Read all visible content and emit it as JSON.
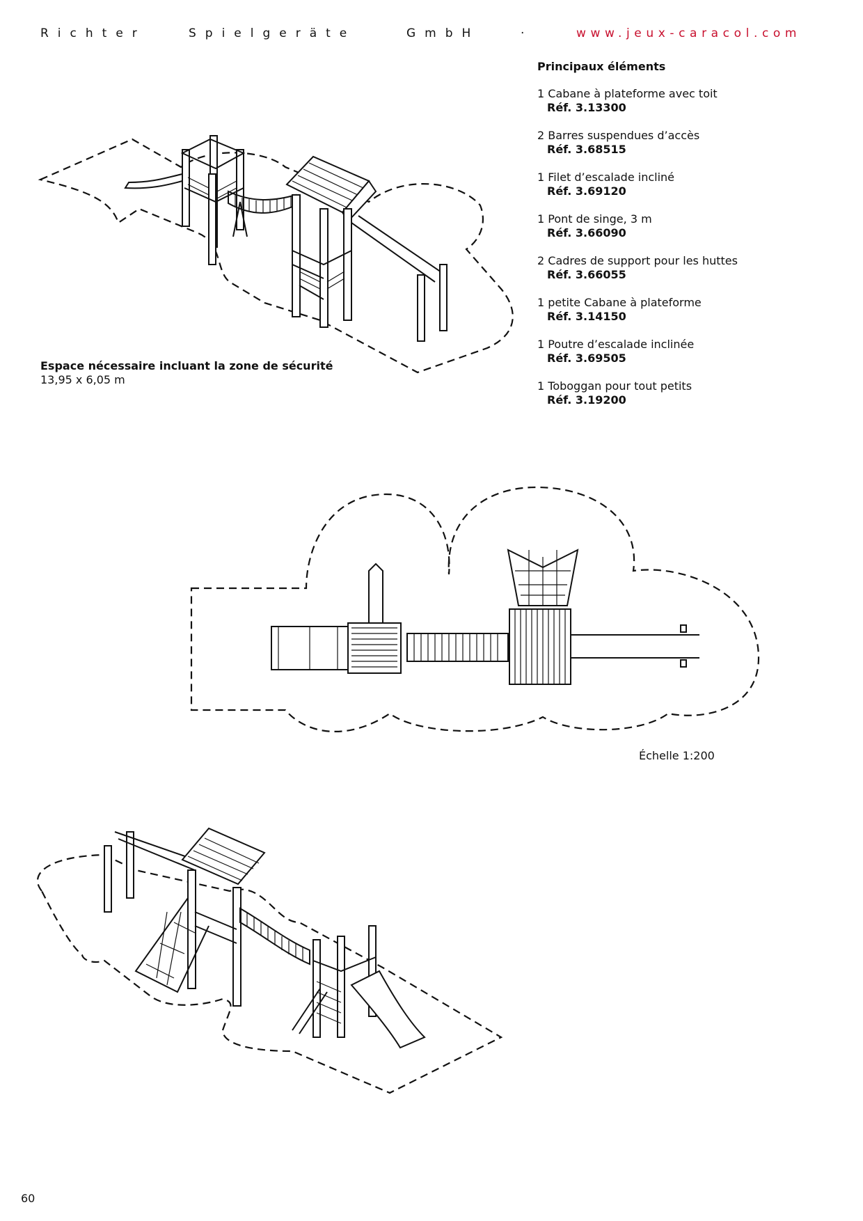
{
  "header": {
    "company_part1": "Richter",
    "company_part2": "Spielgeräte",
    "company_part3": "GmbH",
    "separator": "·",
    "url": "www.jeux-caracol.com",
    "url_color": "#c8102e"
  },
  "elements": {
    "title": "Principaux éléments",
    "items": [
      {
        "name": "1 Cabane à plateforme avec toit",
        "ref": "Réf. 3.13300"
      },
      {
        "name": "2 Barres suspendues d’accès",
        "ref": "Réf. 3.68515"
      },
      {
        "name": "1 Filet d’escalade incliné",
        "ref": "Réf. 3.69120"
      },
      {
        "name": "1 Pont de singe, 3 m",
        "ref": "Réf. 3.66090"
      },
      {
        "name": "2 Cadres de support pour les huttes",
        "ref": "Réf. 3.66055"
      },
      {
        "name": "1 petite Cabane à plateforme",
        "ref": "Réf. 3.14150"
      },
      {
        "name": "1 Poutre d’escalade inclinée",
        "ref": "Réf. 3.69505"
      },
      {
        "name": "1 Toboggan pour tout petits",
        "ref": "Réf. 3.19200"
      }
    ]
  },
  "space": {
    "title": "Espace nécessaire incluant la zone de sécurité",
    "dimensions": "13,95 x 6,05 m"
  },
  "scale": "Échelle 1:200",
  "page_number": "60"
}
